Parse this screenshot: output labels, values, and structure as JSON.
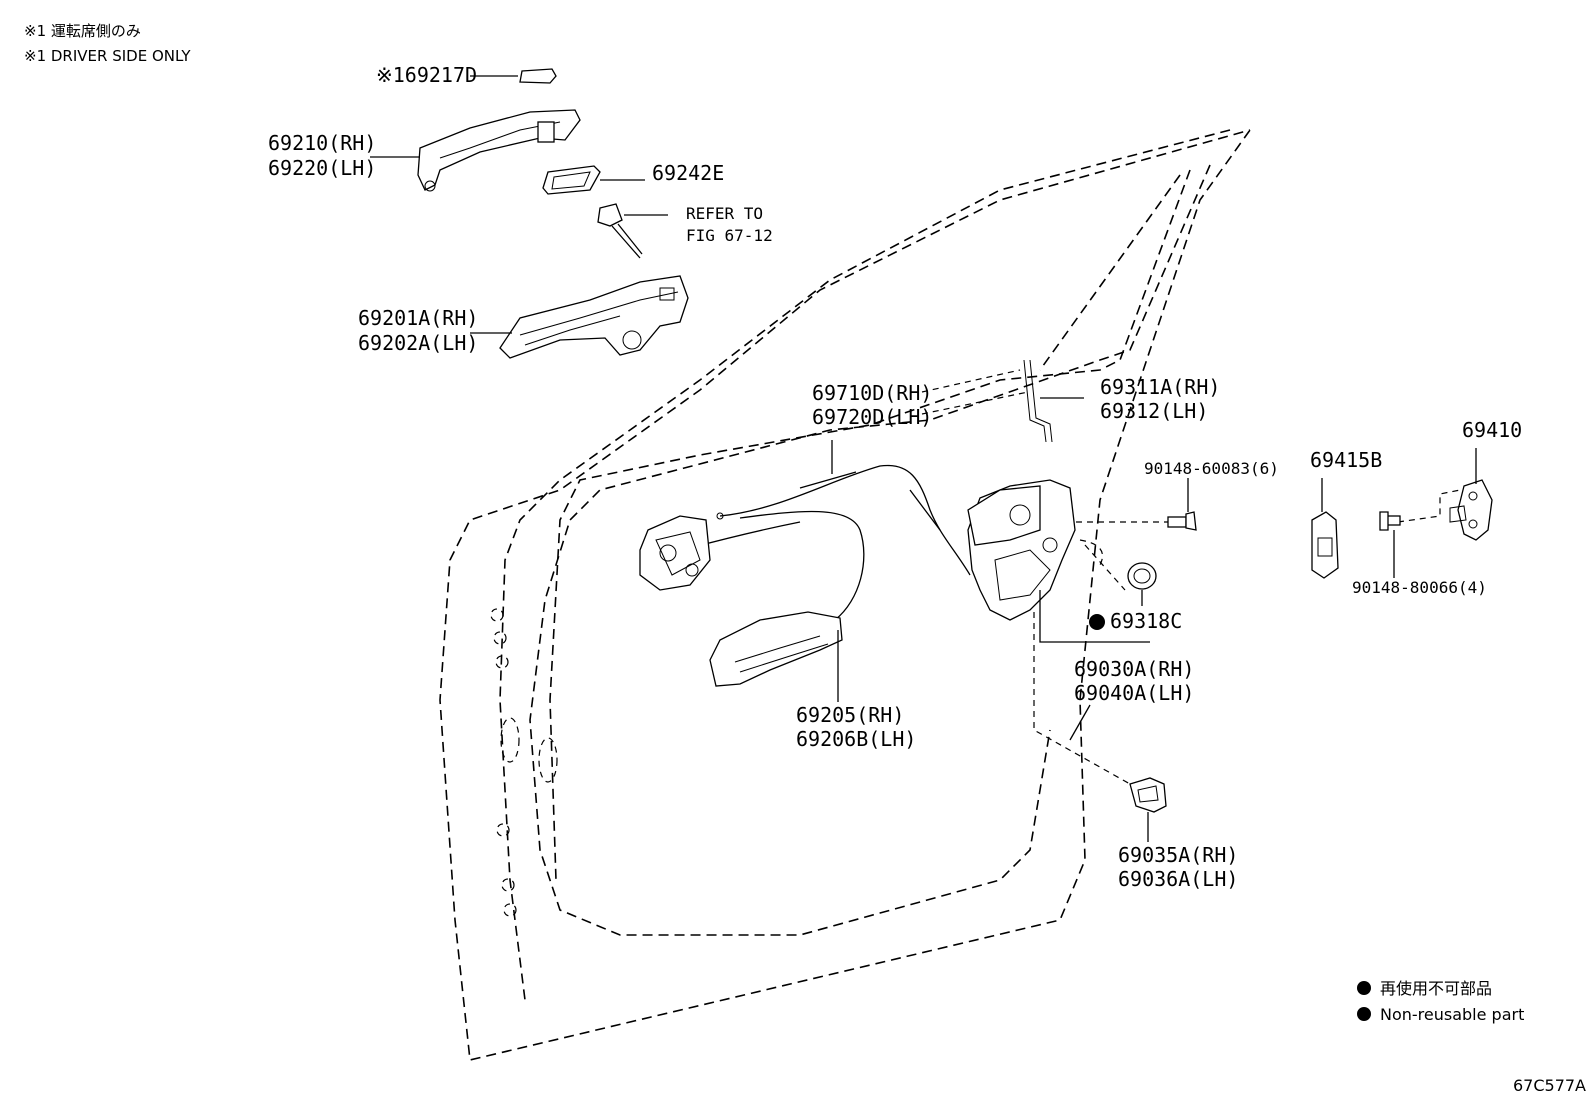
{
  "notes": {
    "note_jp": "※1  運転席側のみ",
    "note_en": "※1  DRIVER SIDE ONLY"
  },
  "labels": {
    "p69217d": "※169217D",
    "p69210": "69210(RH)",
    "p69220": "69220(LH)",
    "p69242e": "69242E",
    "refer_1": "REFER TO",
    "refer_2": "FIG 67-12",
    "p69201a": "69201A(RH)",
    "p69202a": "69202A(LH)",
    "p69710d": "69710D(RH)",
    "p69720d": "69720D(LH)",
    "p69311a": "69311A(RH)",
    "p69312": "69312(LH)",
    "p90148_60083": "90148-60083(6)",
    "p69415b": "69415B",
    "p69410": "69410",
    "p90148_80066": "90148-80066(4)",
    "p69318c": "69318C",
    "p69030a": "69030A(RH)",
    "p69040a": "69040A(LH)",
    "p69205": "69205(RH)",
    "p69206b": "69206B(LH)",
    "p69035a": "69035A(RH)",
    "p69036a": "69036A(LH)"
  },
  "legend": {
    "jp": "再使用不可部品",
    "en": "Non-reusable part"
  },
  "figure_id": "67C577A",
  "colors": {
    "ink": "#000000",
    "paper": "#ffffff"
  }
}
